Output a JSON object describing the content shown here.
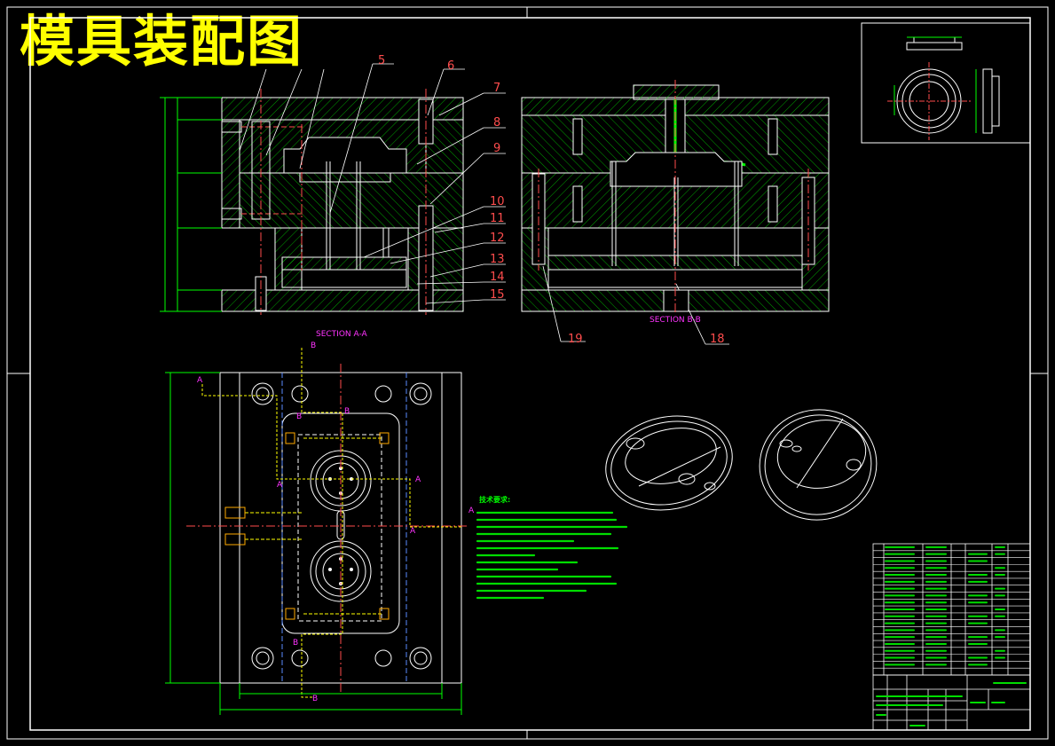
{
  "title": "模具装配图",
  "part_numbers": [
    "5",
    "6",
    "7",
    "8",
    "9",
    "10",
    "11",
    "12",
    "13",
    "14",
    "15",
    "18",
    "19"
  ],
  "section_labels": {
    "aa": "SECTION A-A",
    "bb": "SECTION B-B",
    "a": "A",
    "b": "B"
  },
  "tech_requirements_title": "技术要求:",
  "colors": {
    "frame": "#ffffff",
    "outline": "#ffffff",
    "hatch": "#00ff00",
    "title": "#ffff00",
    "part_number": "#ff3333",
    "section_label": "#ff33ff",
    "centerline": "#ff3333",
    "dimension": "#00ff00",
    "water": "#ffff00",
    "table_text": "#00ff00"
  }
}
